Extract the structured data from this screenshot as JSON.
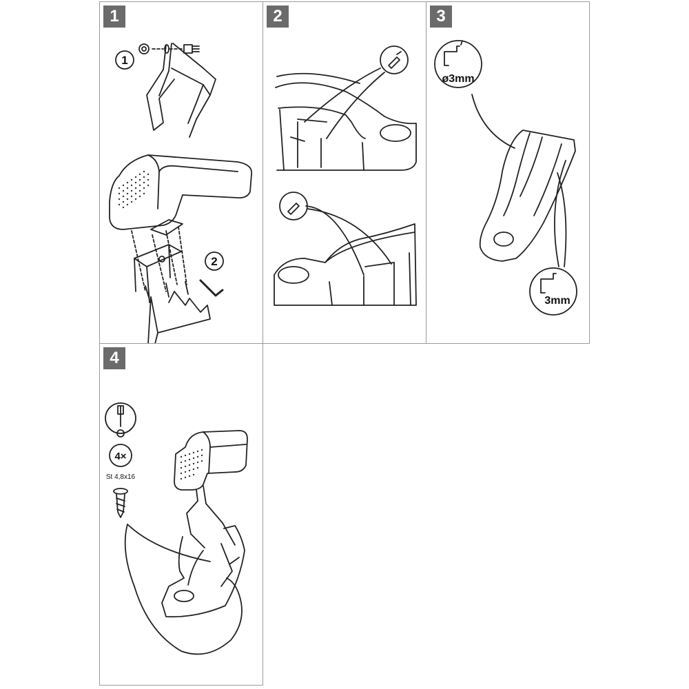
{
  "panels": [
    {
      "number": "1"
    },
    {
      "number": "2"
    },
    {
      "number": "3"
    },
    {
      "number": "4"
    }
  ],
  "step1": {
    "marker_1": "1",
    "marker_2": "2"
  },
  "step3": {
    "drill_top": "ø3mm",
    "drill_bottom": "3mm"
  },
  "step4": {
    "quantity": "4×",
    "screw_spec": "St 4,8x16"
  },
  "colors": {
    "badge": "#6b6b6b",
    "line": "#222222",
    "border": "#9a9a9a"
  }
}
